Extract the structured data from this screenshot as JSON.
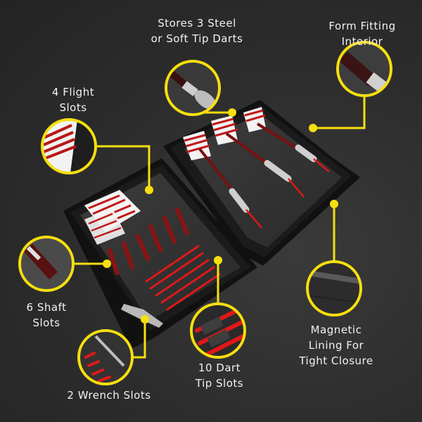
{
  "infographic": {
    "subject": "Dart carrying case",
    "accent_color": "#f5df0f",
    "callouts": [
      {
        "id": "steel-soft-tip",
        "lines": [
          "Stores 3 Steel",
          "or Soft Tip Darts"
        ],
        "icon": "dart-barrel-closeup"
      },
      {
        "id": "form-fitting",
        "lines": [
          "Form Fitting",
          "Interior"
        ],
        "icon": "dart-shaft-closeup"
      },
      {
        "id": "flight-slots",
        "lines": [
          "4 Flight",
          "Slots"
        ],
        "icon": "flight-closeup"
      },
      {
        "id": "shaft-slots",
        "lines": [
          "6 Shaft",
          "Slots"
        ],
        "icon": "shaft-closeup"
      },
      {
        "id": "wrench-slots",
        "lines": [
          "2 Wrench Slots"
        ],
        "icon": "wrench-closeup"
      },
      {
        "id": "tip-slots",
        "lines": [
          "10 Dart",
          "Tip Slots"
        ],
        "icon": "tips-closeup"
      },
      {
        "id": "magnetic-lining",
        "lines": [
          "Magnetic",
          "Lining For",
          "Tight Closure"
        ],
        "icon": "case-edge-closeup"
      }
    ]
  }
}
